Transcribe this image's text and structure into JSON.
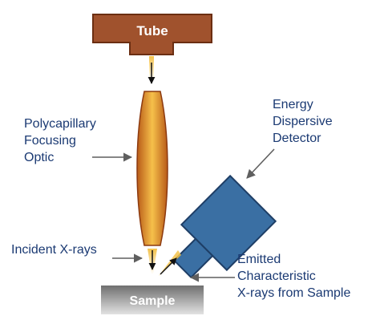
{
  "tube_label": "Tube",
  "sample_label": "Sample",
  "optic_label": [
    "Polycapillary",
    "Focusing",
    "Optic"
  ],
  "detector_label": [
    "Energy",
    "Dispersive",
    "Detector"
  ],
  "incident_label": "Incident X-rays",
  "emitted_label": [
    "Emitted",
    "Characteristic",
    "X-rays from Sample"
  ],
  "colors": {
    "tube": "#a0522d",
    "tube_stroke": "#6b2e12",
    "optic_outer": "#c8641e",
    "optic_inner": "#f4b642",
    "detector": "#3a6fa3",
    "detector_stroke": "#1e3e66",
    "text": "#1b3a73",
    "arrow": "#6b6b6b",
    "sample_top": "#6f6f6f",
    "sample_bottom": "#d9d9d9"
  }
}
